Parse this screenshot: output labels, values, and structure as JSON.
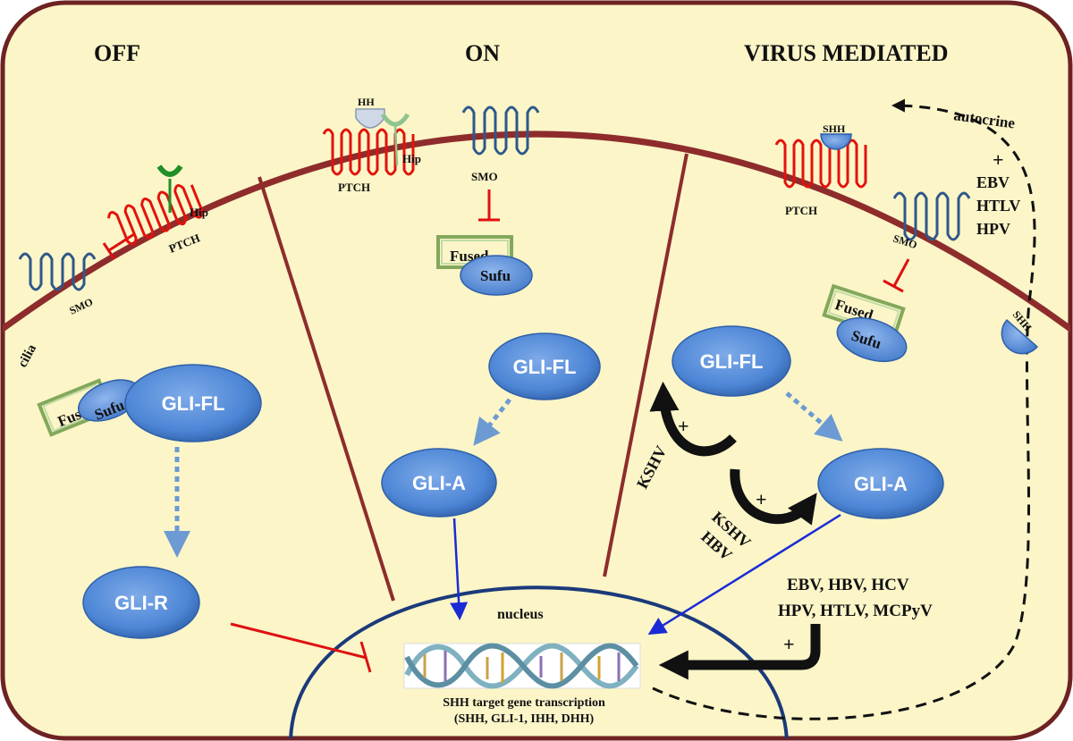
{
  "titles": {
    "off": "OFF",
    "on": "ON",
    "virus": "VIRUS MEDIATED"
  },
  "membrane": {
    "cilia": "cilia",
    "nucleus": "nucleus"
  },
  "receptors": {
    "smo": "SMO",
    "ptch": "PTCH",
    "hip": "Hip",
    "hh": "HH",
    "shh": "SHH"
  },
  "complex": {
    "fused": "Fused",
    "sufu": "Sufu"
  },
  "gli": {
    "fl": "GLI-FL",
    "a": "GLI-A",
    "r": "GLI-R"
  },
  "viruses": {
    "kshv": "KSHV",
    "hbv": "HBV",
    "autocrine": "autocrine",
    "plus": "+",
    "autocrine_list": [
      "EBV",
      "HTLV",
      "HPV"
    ],
    "nuclear_line1": "EBV, HBV, HCV",
    "nuclear_line2": "HPV, HTLV, MCPyV"
  },
  "transcription": {
    "line1": "SHH target gene transcription",
    "line2": "(SHH, GLI-1, IHH, DHH)"
  },
  "colors": {
    "cell_fill": "#fbf5c8",
    "cell_border": "#6e2222",
    "membrane": "#8e2c2c",
    "oval_fill": "#4d86d6",
    "ptch": "#e3120b",
    "smo": "#2e5889",
    "hip": "#1f8f26",
    "inhibit": "#e01010",
    "arrow_blue": "#1a2bd6",
    "dotted": "#6d9ad2",
    "fused_box": "#83a85b"
  }
}
